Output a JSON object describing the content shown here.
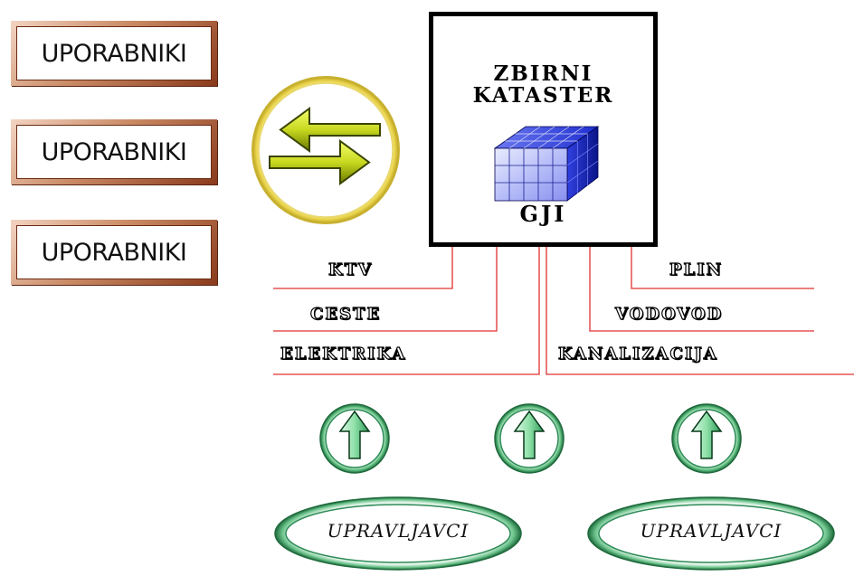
{
  "users": [
    {
      "label": "UPORABNIKI"
    },
    {
      "label": "UPORABNIKI"
    },
    {
      "label": "UPORABNIKI"
    }
  ],
  "exchange_icon": "bidirectional-arrows-icon",
  "cadastre": {
    "title_line1": "ZBIRNI",
    "title_line2": "KATASTER",
    "subtitle": "GJI",
    "icon": "data-cube-icon"
  },
  "networks": {
    "left": [
      "KTV",
      "CESTE",
      "ELEKTRIKA"
    ],
    "right": [
      "PLIN",
      "VODOVOD",
      "KANALIZACIJA"
    ]
  },
  "upload_icons": [
    "up-arrow-icon",
    "up-arrow-icon",
    "up-arrow-icon"
  ],
  "managers": [
    {
      "label": "UPRAVLJAVCI"
    },
    {
      "label": "UPRAVLJAVCI"
    }
  ],
  "colors": {
    "user_frame": "#b06a44",
    "connector_lines": "#e03030",
    "exchange_arrows": "#b8c81c",
    "cube": "#3040d8",
    "green_elements": "#2e8b57"
  }
}
